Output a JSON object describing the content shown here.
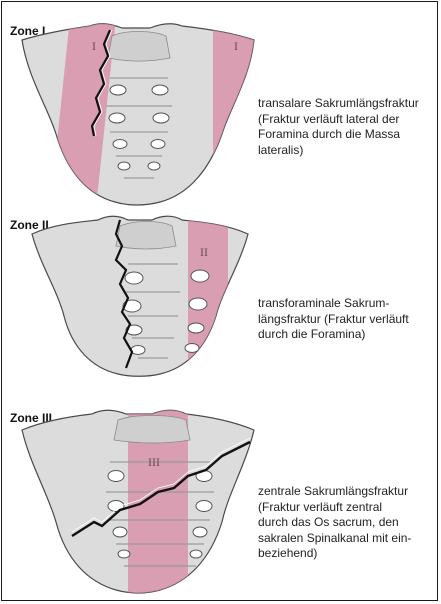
{
  "panels": [
    {
      "title": "Zone I",
      "numeral": "I",
      "description_lines": [
        "transalare Sakrumlängsfraktur",
        "(Fraktur verläuft lateral der",
        "Foramina durch die Massa",
        "lateralis)"
      ]
    },
    {
      "title": "Zone II",
      "numeral": "II",
      "description_lines": [
        "transforaminale Sakrum-",
        "längsfraktur (Fraktur verläuft",
        "durch die Foramina)"
      ]
    },
    {
      "title": "Zone III",
      "numeral": "III",
      "description_lines": [
        "zentrale Sakrumlängsfraktur",
        "(Fraktur verläuft zentral",
        "durch das Os sacrum, den",
        "sakralen Spinalkanal mit ein-",
        "beziehend)"
      ]
    }
  ],
  "colors": {
    "zone_highlight": "#d98aa6",
    "bone_fill": "#dcdcdc",
    "bone_outline": "#4a4a4a",
    "foramen_fill": "#ffffff",
    "fracture_line": "#111111"
  }
}
